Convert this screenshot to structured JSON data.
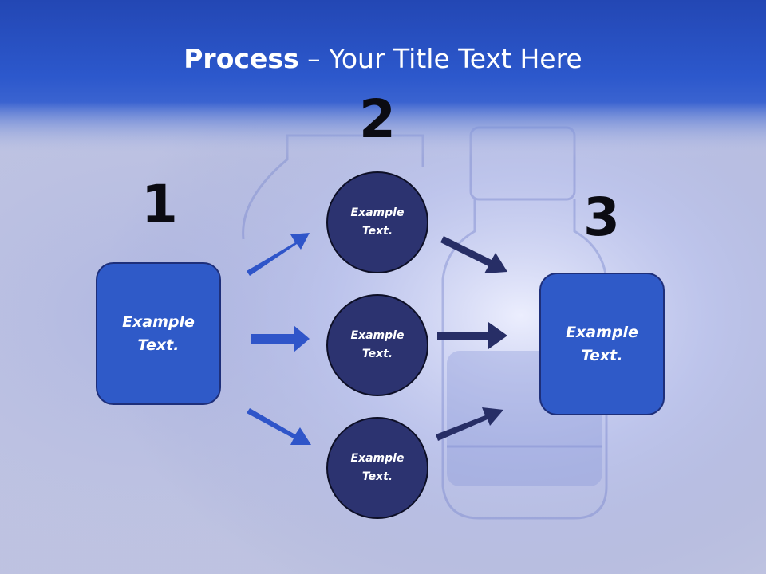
{
  "title": {
    "bold": "Process",
    "rest": " – Your Title Text Here"
  },
  "steps": [
    {
      "number": "1",
      "text": "Example\nText."
    },
    {
      "number": "2",
      "text": ""
    },
    {
      "number": "3",
      "text": "Example\nText."
    }
  ],
  "circles": [
    {
      "text": "Example\nText."
    },
    {
      "text": "Example\nText."
    },
    {
      "text": "Example\nText."
    }
  ],
  "colors": {
    "header_blue": "#2a55c8",
    "box_blue": "#2f5ac8",
    "circle_navy": "#2c3370",
    "arrow_blue": "#2f55c9",
    "arrow_navy": "#272e66"
  }
}
